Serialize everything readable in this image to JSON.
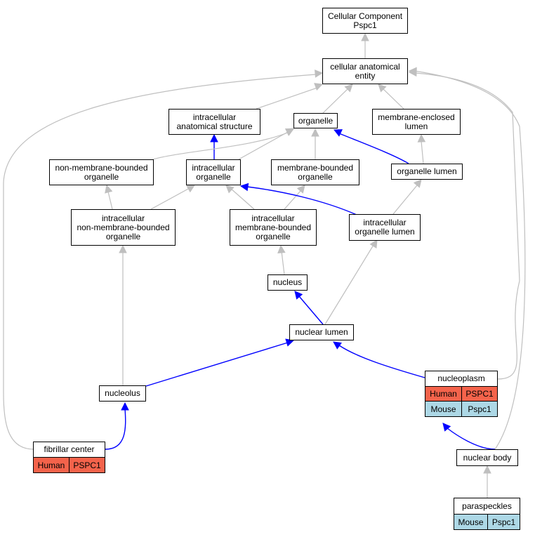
{
  "colors": {
    "is_a": "#bfbfbf",
    "part_of": "#0000ff",
    "human": "#f4634b",
    "mouse": "#add8e6"
  },
  "nodes": {
    "root": "Cellular Component\nPspc1",
    "cae": "cellular anatomical\nentity",
    "ias": "intracellular\nanatomical structure",
    "organelle": "organelle",
    "mel": "membrane-enclosed\nlumen",
    "nmbo": "non-membrane-bounded\norganelle",
    "io": "intracellular\norganelle",
    "mbo": "membrane-bounded\norganelle",
    "ol": "organelle lumen",
    "inmbo": "intracellular\nnon-membrane-bounded\norganelle",
    "imbo": "intracellular\nmembrane-bounded\norganelle",
    "iol": "intracellular\norganelle lumen",
    "nucleus": "nucleus",
    "nl": "nuclear lumen",
    "nucleolus": "nucleolus",
    "nucleoplasm": "nucleoplasm",
    "fc": "fibrillar center",
    "nb": "nuclear body",
    "para": "paraspeckles"
  },
  "annotations": {
    "nucleoplasm": [
      [
        "Human",
        "PSPC1"
      ],
      [
        "Mouse",
        "Pspc1"
      ]
    ],
    "fc": [
      [
        "Human",
        "PSPC1"
      ]
    ],
    "para": [
      [
        "Mouse",
        "Pspc1"
      ]
    ]
  }
}
